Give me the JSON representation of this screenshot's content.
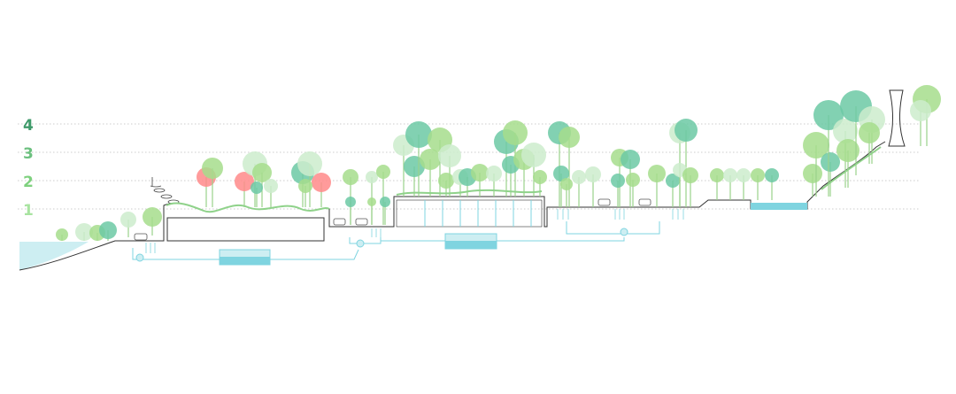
{
  "levels": [
    {
      "label": "4",
      "color": "#3f9a6a"
    },
    {
      "label": "3",
      "color": "#6cc07f"
    },
    {
      "label": "2",
      "color": "#7fd17f"
    },
    {
      "label": "1",
      "color": "#a8e3a0"
    }
  ],
  "colors": {
    "ground": "#333333",
    "water": "#7fd4e0",
    "water_fill": "#cdeef2",
    "tree_light": "#a6dd8c",
    "tree_teal": "#6cc9a4",
    "tree_pale": "#cdeccd",
    "tree_pink": "#ff8a8a"
  },
  "icons": [
    "car-icon",
    "water-pump-icon",
    "tree-icon",
    "lamp-icon"
  ]
}
